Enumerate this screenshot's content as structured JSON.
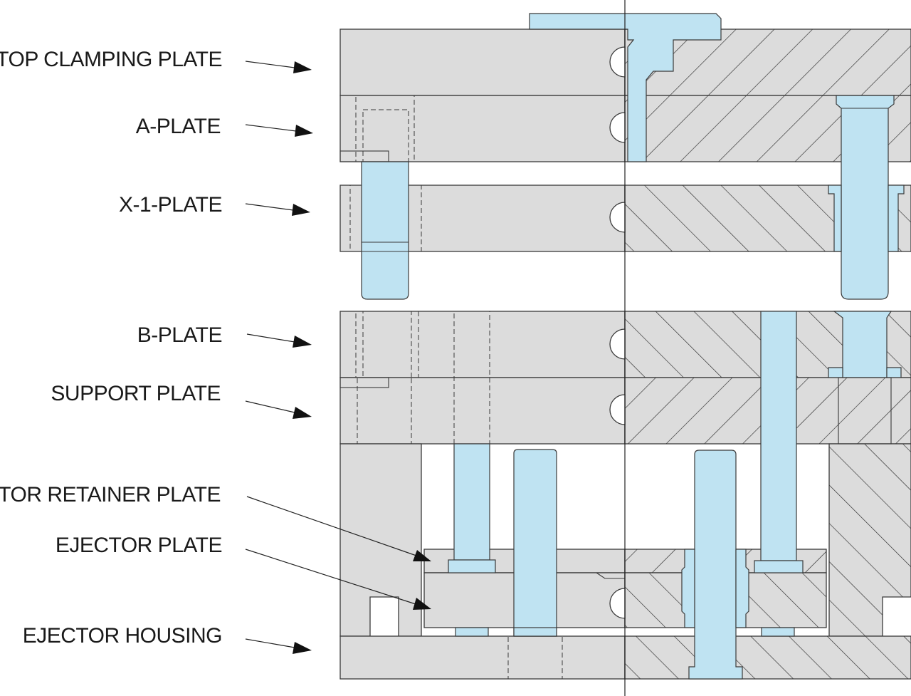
{
  "labels": {
    "top_clamping_plate": "TOP CLAMPING PLATE",
    "a_plate": "A-PLATE",
    "x1_plate": "X-1-PLATE",
    "b_plate": "B-PLATE",
    "support_plate": "SUPPORT PLATE",
    "ejector_retainer_plate": "EJECTOR RETAINER PLATE",
    "ejector_plate": "EJECTOR PLATE",
    "ejector_housing": "EJECTOR HOUSING"
  },
  "colors": {
    "plate_fill": "#dcdcdc",
    "pin_fill": "#bfe3f2",
    "outline": "#3a3a3a",
    "label_text": "#1a1a1a"
  }
}
